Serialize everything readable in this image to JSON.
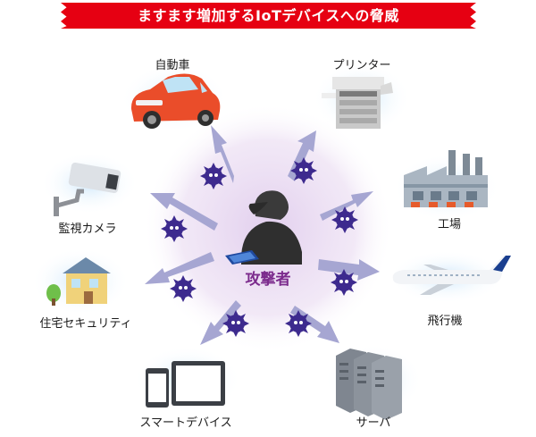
{
  "title": "ますます増加するIoTデバイスへの脅威",
  "center": {
    "label": "攻撃者"
  },
  "devices": [
    {
      "id": "car",
      "label": "自動車"
    },
    {
      "id": "printer",
      "label": "プリンター"
    },
    {
      "id": "factory",
      "label": "工場"
    },
    {
      "id": "airplane",
      "label": "飛行機"
    },
    {
      "id": "server",
      "label": "サーバ"
    },
    {
      "id": "smart-device",
      "label": "スマートデバイス"
    },
    {
      "id": "house",
      "label": "住宅セキュリティ"
    },
    {
      "id": "camera",
      "label": "監視カメラ"
    }
  ],
  "colors": {
    "banner": "#e60012",
    "arrow": "#a6a6d2",
    "virus": "#3d2a8e",
    "glow": "#e6d6ef",
    "accent": "#7b2a8c"
  }
}
